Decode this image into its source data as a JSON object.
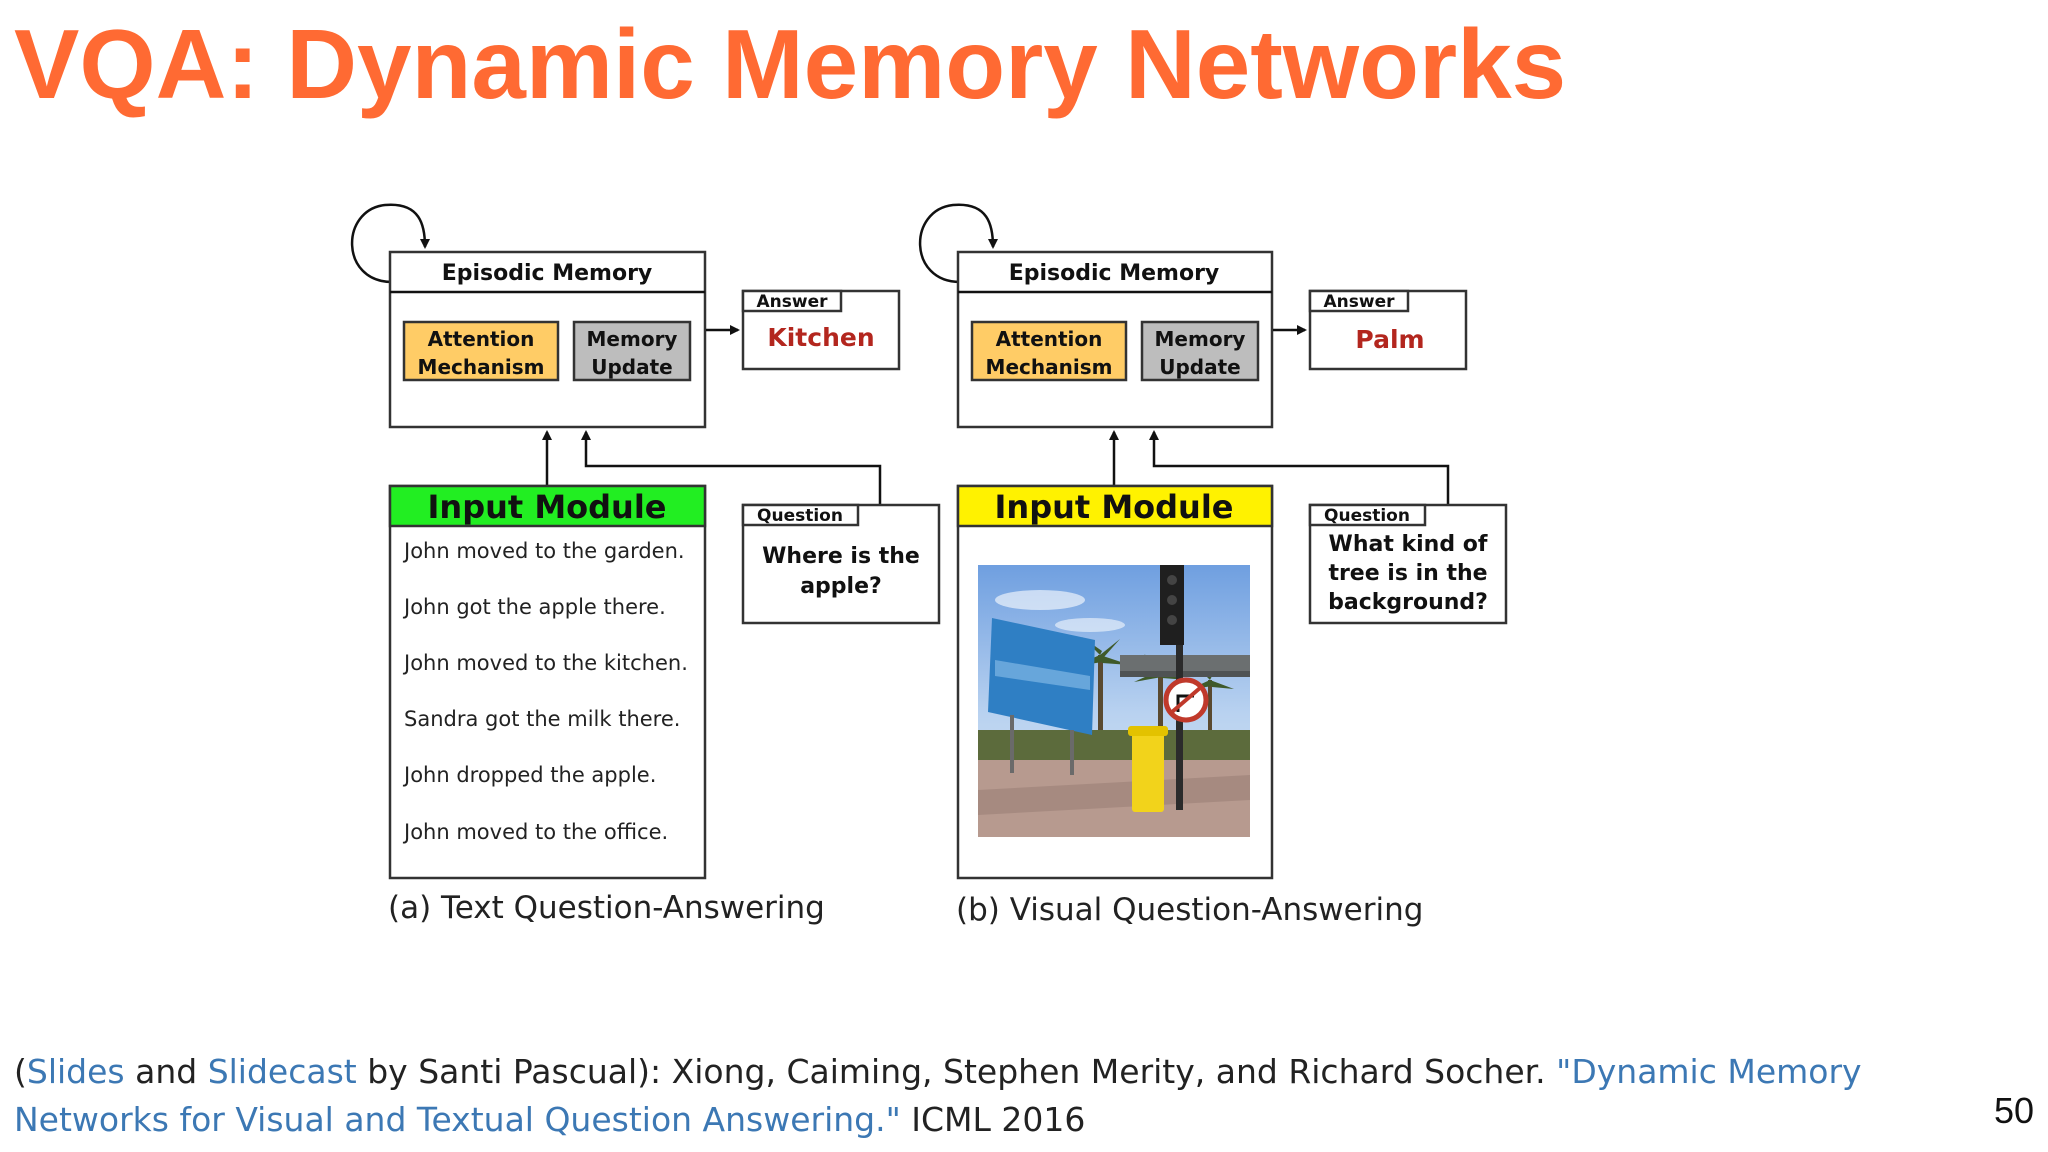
{
  "title": "VQA: Dynamic Memory Networks",
  "panels": [
    {
      "episodic_memory": "Episodic Memory",
      "attention": [
        "Attention",
        "Mechanism"
      ],
      "memory_update": [
        "Memory",
        "Update"
      ],
      "answer_label": "Answer",
      "answer_value": "Kitchen",
      "input_module": "Input Module",
      "input_module_color": "#22ee22",
      "question_label": "Question",
      "question_lines": [
        "Where is the",
        "apple?"
      ],
      "sentences": [
        "John moved to the garden.",
        "John got the apple there.",
        "John moved to the kitchen.",
        "Sandra got the milk there.",
        "John dropped the apple.",
        "John moved to the office."
      ],
      "caption": "(a) Text Question-Answering"
    },
    {
      "episodic_memory": "Episodic Memory",
      "attention": [
        "Attention",
        "Mechanism"
      ],
      "memory_update": [
        "Memory",
        "Update"
      ],
      "answer_label": "Answer",
      "answer_value": "Palm",
      "input_module": "Input Module",
      "input_module_color": "#fff200",
      "question_label": "Question",
      "question_lines": [
        "What kind of",
        "tree is in the",
        "background?"
      ],
      "caption": "(b) Visual Question-Answering"
    }
  ],
  "colors": {
    "title": "#ff6a33",
    "attention_fill": "#ffcc66",
    "memory_update_fill": "#bdbdbd",
    "answer_text": "#b3261e",
    "link": "#3c78b4"
  },
  "citation": {
    "open_paren": "(",
    "slides": "Slides",
    "and": " and ",
    "slidecast": "Slidecast",
    "by": " by Santi Pascual): Xiong, Caiming, Stephen Merity, and Richard Socher. ",
    "paper_title": "\"Dynamic Memory Networks for Visual and Textual Question Answering.\"",
    "venue": " ICML 2016"
  },
  "page_number": "50"
}
